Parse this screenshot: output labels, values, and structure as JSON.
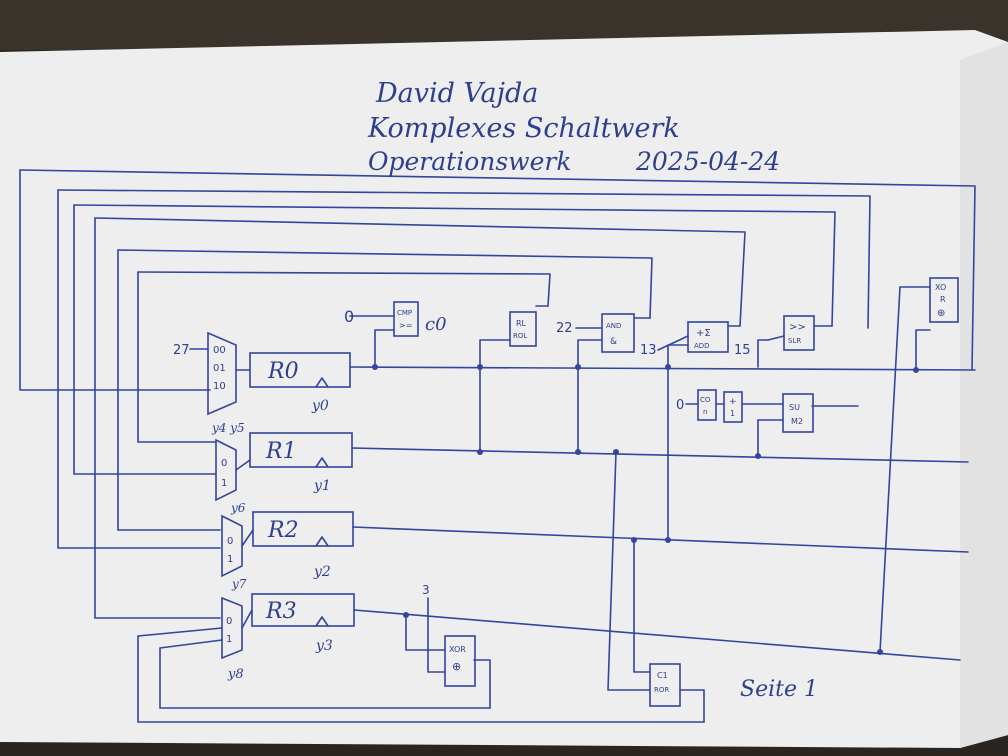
{
  "header": {
    "author": "David Vajda",
    "title": "Komplexes Schaltwerk",
    "subtitle": "Operationswerk",
    "date": "2025-04-24"
  },
  "page_label": "Seite 1",
  "colors": {
    "paper": "#efefef",
    "ink": "#3245a0"
  },
  "registers": [
    {
      "name": "R0",
      "clock": "y0"
    },
    {
      "name": "R1",
      "clock": "y1"
    },
    {
      "name": "R2",
      "clock": "y2"
    },
    {
      "name": "R3",
      "clock": "y3"
    }
  ],
  "muxes": [
    {
      "inputs": [
        "00",
        "01",
        "10"
      ],
      "select": "y4 y5",
      "const_in": "27"
    },
    {
      "inputs": [
        "0",
        "1"
      ],
      "select": "y6"
    },
    {
      "inputs": [
        "0",
        "1"
      ],
      "select": "y7"
    },
    {
      "inputs": [
        "0",
        "1"
      ],
      "select": "y8"
    }
  ],
  "units": {
    "cmp": {
      "line1": "CMP",
      "line2": ">=",
      "out": "c0",
      "const_in": "0"
    },
    "rol": {
      "line1": "RL",
      "line2": "ROL"
    },
    "and": {
      "line1": "AND",
      "line2": "&",
      "const_in": "22"
    },
    "add": {
      "line1": "+Σ",
      "line2": "ADD",
      "const_in": "13"
    },
    "shl": {
      "line1": ">>",
      "line2": "SLR",
      "const_in": "15"
    },
    "sub": {
      "line1": "SU",
      "line2": "M2"
    },
    "const0": {
      "label": "0"
    },
    "co": {
      "line1": "CO",
      "line2": "n"
    },
    "plus1": {
      "line1": "+",
      "line2": "1"
    },
    "xor_top": {
      "line1": "XO",
      "line2": "R",
      "line3": "⊕"
    },
    "xor_bottom": {
      "line1": "XOR",
      "line2": "⊕",
      "const_in": "3"
    },
    "ror": {
      "line1": "C1",
      "line2": "ROR"
    }
  }
}
